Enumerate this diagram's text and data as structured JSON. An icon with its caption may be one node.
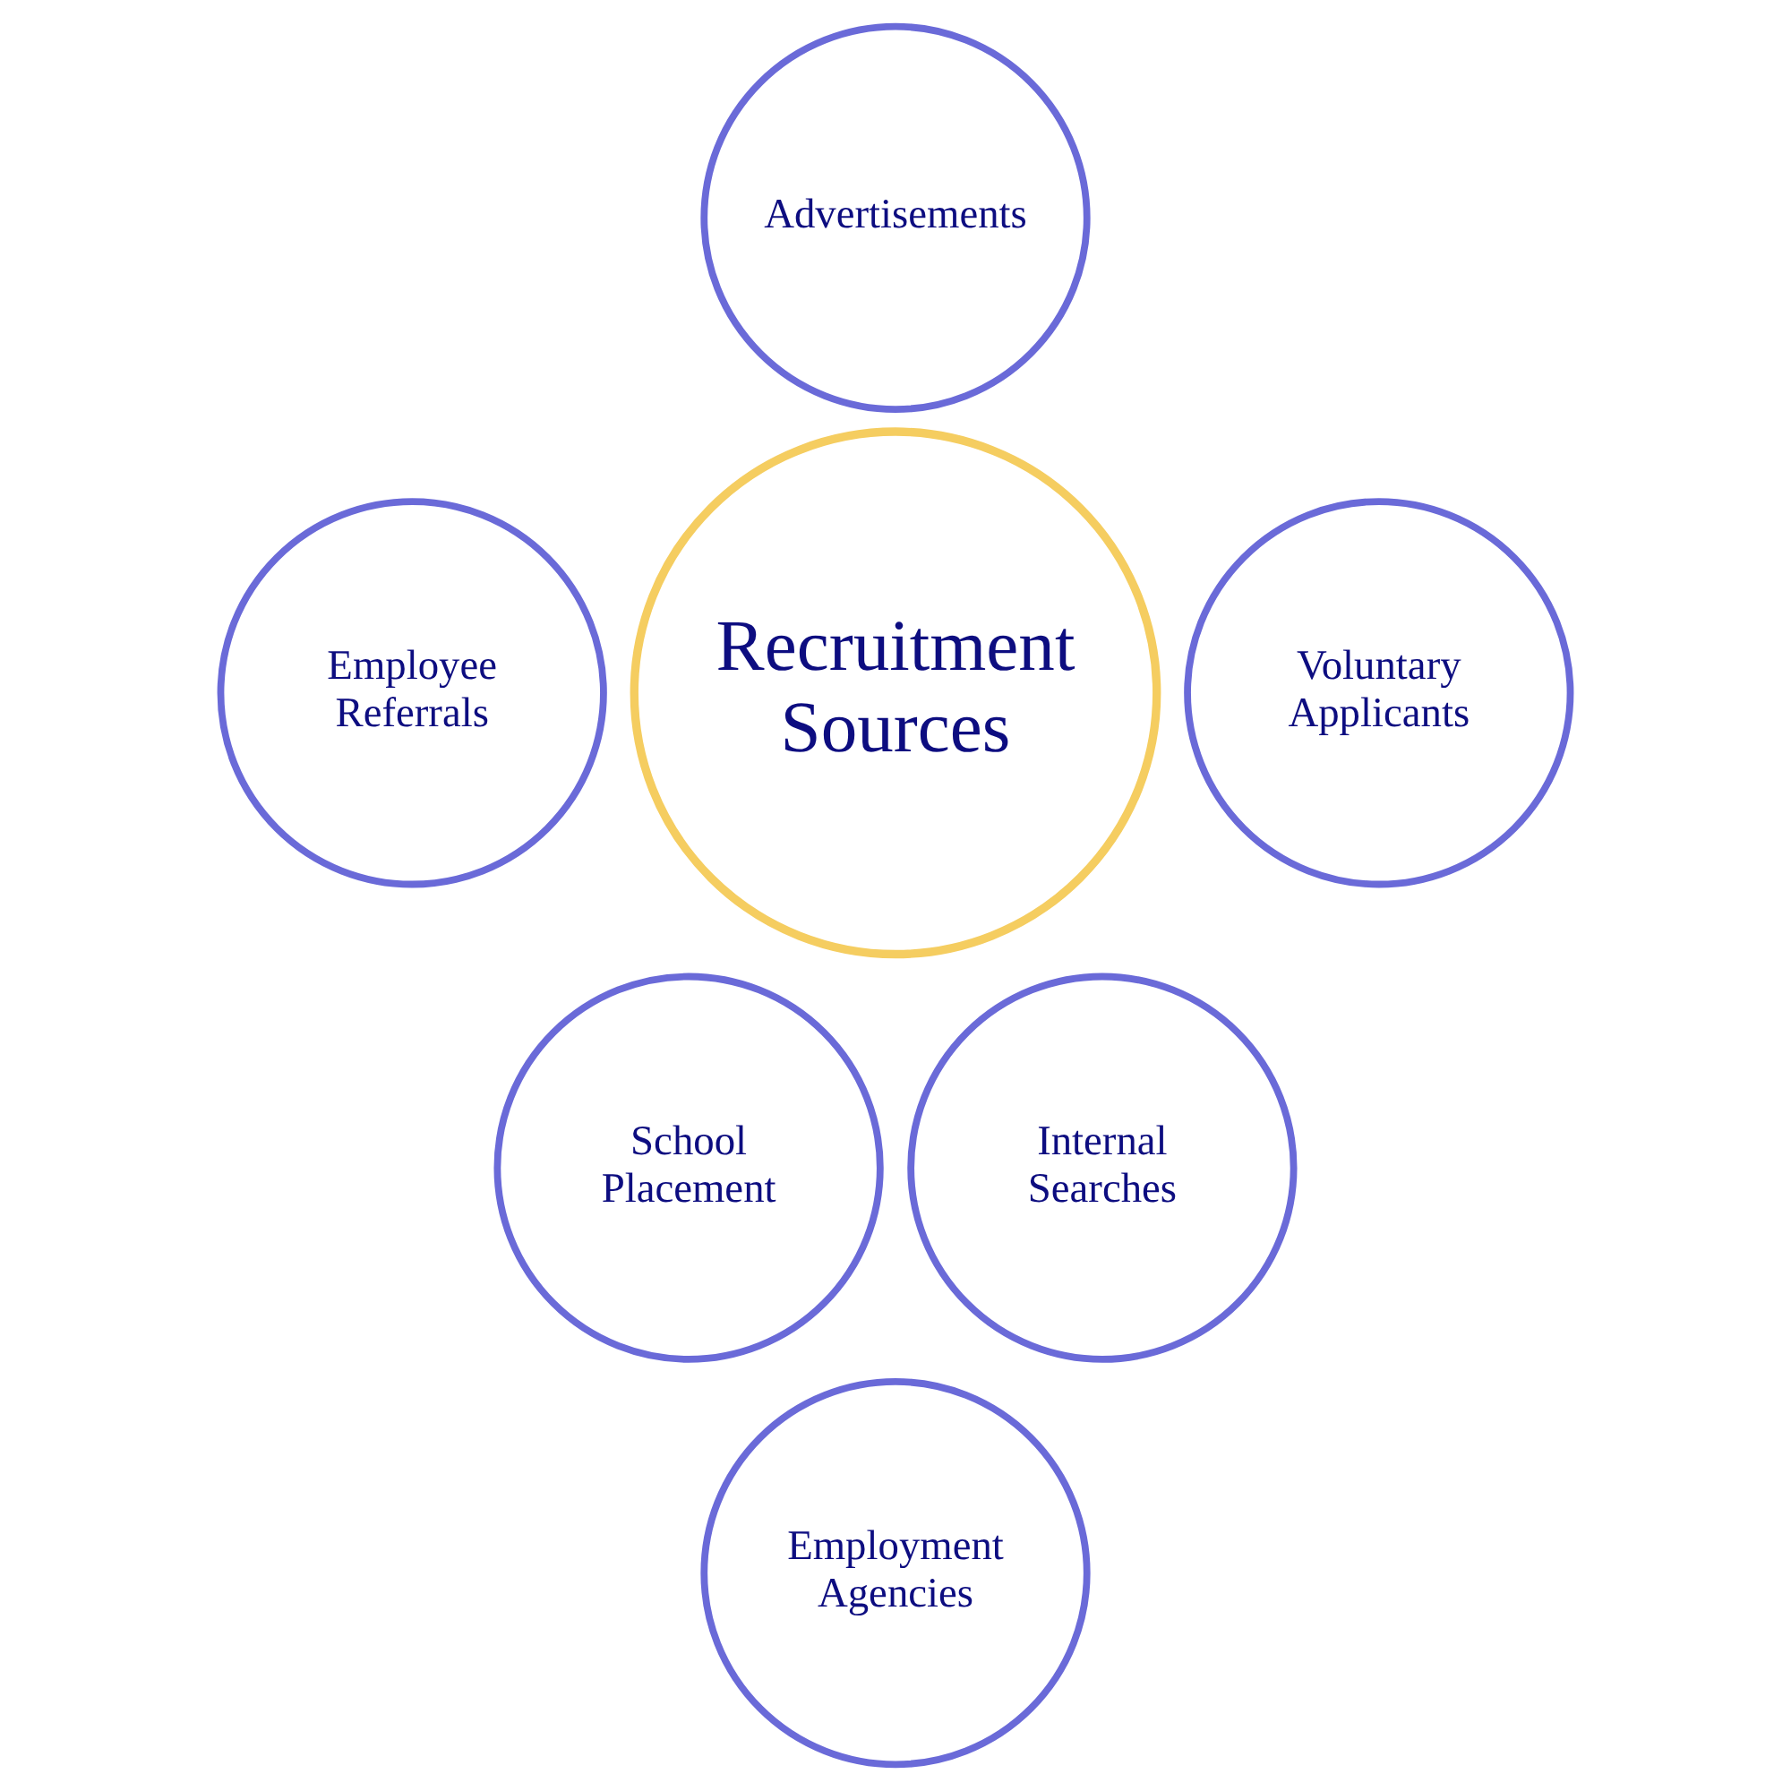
{
  "diagram": {
    "nodes": [
      {
        "text": [
          "Recruitment Sources"
        ]
      },
      {
        "text": [
          "Advertisements"
        ]
      },
      {
        "text": [
          "Voluntary Applicants"
        ]
      },
      {
        "text": [
          "Internal Searches"
        ]
      },
      {
        "text": [
          "Employment Agencies"
        ]
      },
      {
        "text": [
          "School Placement"
        ]
      },
      {
        "text": [
          "Employee Referrals"
        ]
      }
    ],
    "edges": []
  }
}
